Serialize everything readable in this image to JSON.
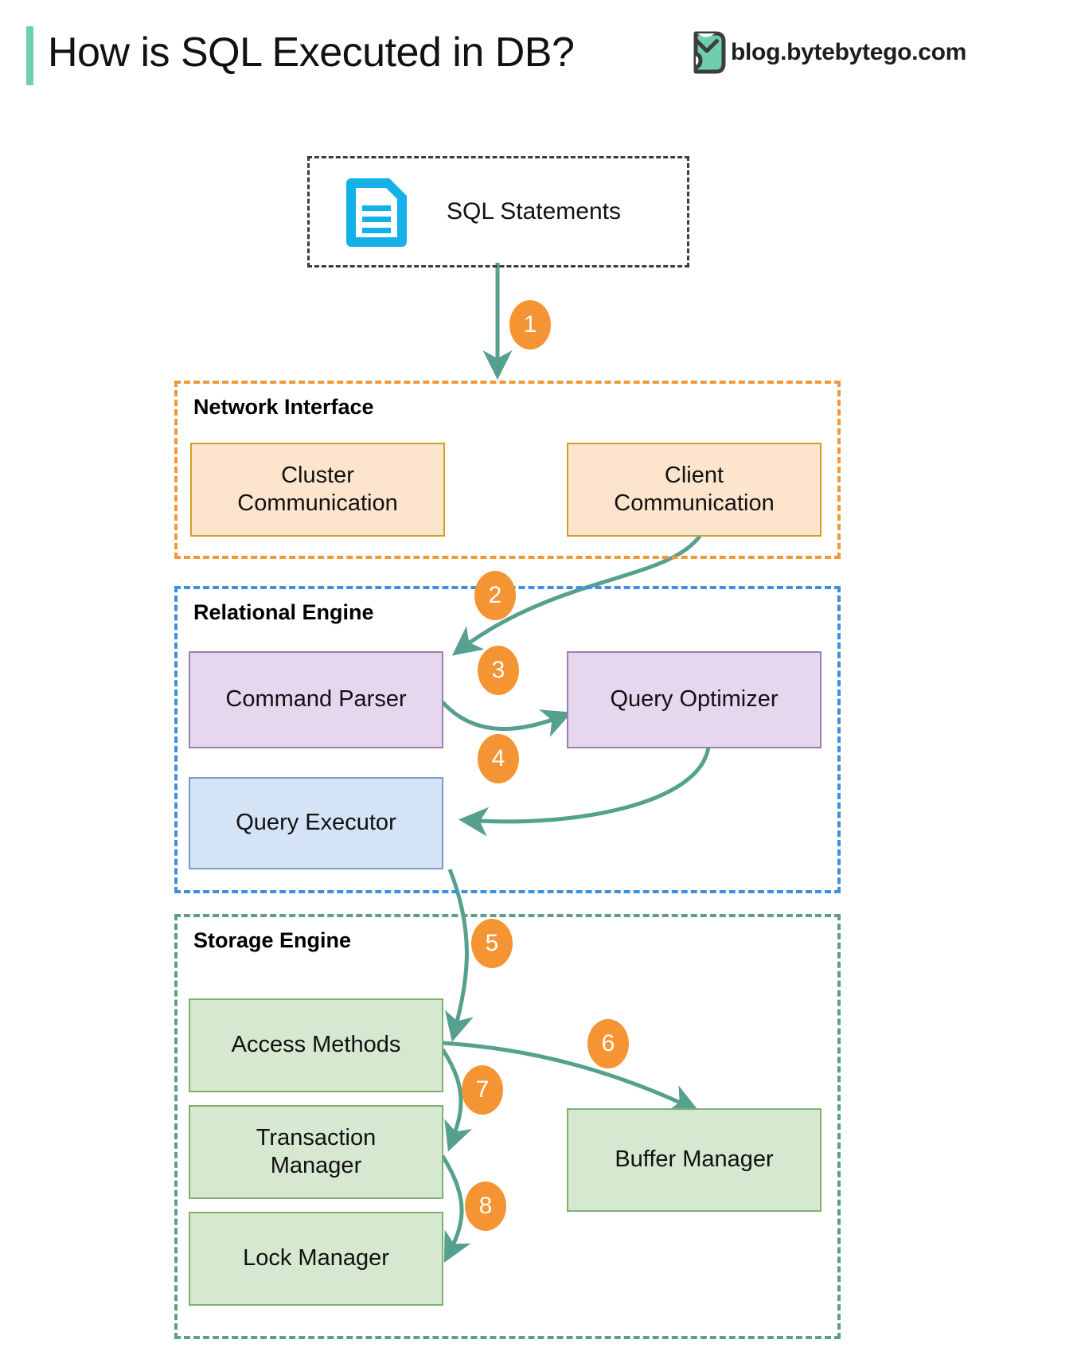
{
  "header": {
    "title": "How is SQL Executed in DB?",
    "brand": "blog.bytebytego.com",
    "accent_color": "#6ecfae"
  },
  "source_box": {
    "label": "SQL Statements",
    "icon": "document-icon",
    "icon_color": "#14b0e8",
    "border_style": "dashed"
  },
  "groups": [
    {
      "id": "network-interface",
      "label": "Network Interface",
      "border_color": "#ee9a3a",
      "nodes": [
        {
          "id": "cluster-communication",
          "label": "Cluster\nCommunication",
          "line1": "Cluster",
          "line2": "Communication",
          "fill": "#fce4cd",
          "stroke": "#d3a020"
        },
        {
          "id": "client-communication",
          "label": "Client\nCommunication",
          "line1": "Client",
          "line2": "Communication",
          "fill": "#fce4cd",
          "stroke": "#d3a020"
        }
      ]
    },
    {
      "id": "relational-engine",
      "label": "Relational Engine",
      "border_color": "#3f8fdd",
      "nodes": [
        {
          "id": "command-parser",
          "label": "Command Parser",
          "fill": "#e6d7ef",
          "stroke": "#9b7fad"
        },
        {
          "id": "query-optimizer",
          "label": "Query Optimizer",
          "fill": "#e6d7ef",
          "stroke": "#9b7fad"
        },
        {
          "id": "query-executor",
          "label": "Query Executor",
          "fill": "#d5e3f7",
          "stroke": "#7a9cc6"
        }
      ]
    },
    {
      "id": "storage-engine",
      "label": "Storage Engine",
      "border_color": "#5e9e8c",
      "nodes": [
        {
          "id": "access-methods",
          "label": "Access Methods",
          "fill": "#d6e8d0",
          "stroke": "#80b070"
        },
        {
          "id": "transaction-manager",
          "label": "Transaction\nManager",
          "line1": "Transaction",
          "line2": "Manager",
          "fill": "#d6e8d0",
          "stroke": "#80b070"
        },
        {
          "id": "lock-manager",
          "label": "Lock Manager",
          "fill": "#d6e8d0",
          "stroke": "#80b070"
        },
        {
          "id": "buffer-manager",
          "label": "Buffer Manager",
          "fill": "#d6e8d0",
          "stroke": "#80b070"
        }
      ]
    }
  ],
  "steps": [
    {
      "n": "1",
      "from": "sql-statements",
      "to": "network-interface"
    },
    {
      "n": "2",
      "from": "client-communication",
      "to": "command-parser"
    },
    {
      "n": "3",
      "from": "command-parser",
      "to": "query-optimizer"
    },
    {
      "n": "4",
      "from": "query-optimizer",
      "to": "query-executor"
    },
    {
      "n": "5",
      "from": "query-executor",
      "to": "access-methods"
    },
    {
      "n": "6",
      "from": "access-methods",
      "to": "buffer-manager"
    },
    {
      "n": "7",
      "from": "access-methods",
      "to": "transaction-manager"
    },
    {
      "n": "8",
      "from": "transaction-manager",
      "to": "lock-manager"
    }
  ],
  "colors": {
    "arrow": "#55a08f",
    "step_badge": "#f59433",
    "step_text": "#ffffff"
  }
}
